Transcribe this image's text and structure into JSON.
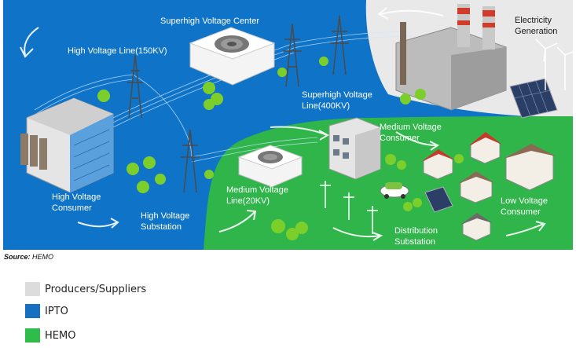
{
  "labels": {
    "superhigh_center": "Superhigh Voltage Center",
    "electricity_generation_1": "Electricity",
    "electricity_generation_2": "Generation",
    "high_voltage_line": "High Voltage Line(150KV)",
    "superhigh_line_1": "Superhigh Voltage",
    "superhigh_line_2": "Line(400KV)",
    "medium_consumer_1": "Medium Voltage",
    "medium_consumer_2": "Consumer",
    "high_consumer_1": "High Voltage",
    "high_consumer_2": "Consumer",
    "high_substation_1": "High Voltage",
    "high_substation_2": "Substation",
    "medium_line_1": "Medium Voltage",
    "medium_line_2": "Line(20KV)",
    "distribution_1": "Distribution",
    "distribution_2": "Substation",
    "low_consumer_1": "Low Voltage",
    "low_consumer_2": "Consumer"
  },
  "source": {
    "prefix": "Source:",
    "value": "HEMO"
  },
  "legend": [
    {
      "label": "Producers/Suppliers",
      "color": "#dcdcdc"
    },
    {
      "label": "IPTO",
      "color": "#1570c0"
    },
    {
      "label": "HEMO",
      "color": "#2ebd4a"
    }
  ],
  "colors": {
    "ipto_region": "#0f74c8",
    "hemo_region": "#2fb54a",
    "producer_region": "#e9e9e9"
  }
}
